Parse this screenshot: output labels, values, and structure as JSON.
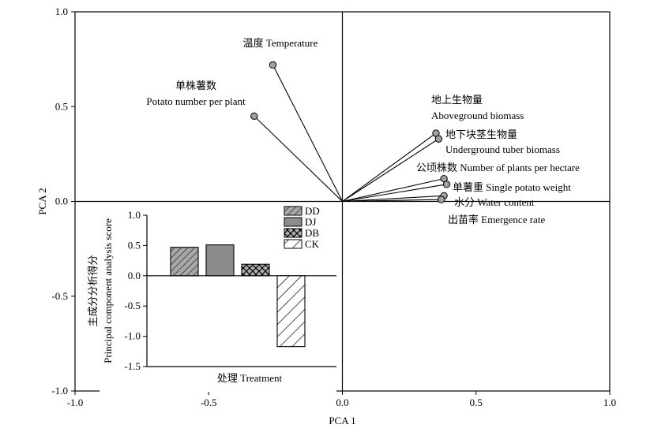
{
  "chart_data": [
    {
      "type": "scatter",
      "subtype": "pca-biplot",
      "xlabel": "PCA 1",
      "ylabel": "PCA 2",
      "xlim": [
        -1.0,
        1.0
      ],
      "ylim": [
        -1.0,
        1.0
      ],
      "x_ticks": [
        -1.0,
        -0.5,
        0.0,
        0.5,
        1.0
      ],
      "y_ticks": [
        -1.0,
        -0.5,
        0.0,
        0.5,
        1.0
      ],
      "x_tick_labels": [
        "-1.0",
        "-0.5",
        "0.0",
        "0.5",
        "1.0"
      ],
      "y_tick_labels": [
        "-1.0",
        "-0.5",
        "0.0",
        "0.5",
        "1.0"
      ],
      "grid": false,
      "reference_lines": [
        {
          "axis": "x",
          "value": 0
        },
        {
          "axis": "y",
          "value": 0
        }
      ],
      "loadings": [
        {
          "label_lines": [
            "温度 Temperature"
          ],
          "x": -0.26,
          "y": 0.72
        },
        {
          "label_lines": [
            "单株薯数",
            "Potato number per plant"
          ],
          "x": -0.33,
          "y": 0.45
        },
        {
          "label_lines": [
            "地上生物量",
            "Aboveground biomass"
          ],
          "x": 0.35,
          "y": 0.36
        },
        {
          "label_lines": [
            "地下块茎生物量",
            "Underground tuber biomass"
          ],
          "x": 0.36,
          "y": 0.33
        },
        {
          "label_lines": [
            "公顷株数 Number of plants per hectare"
          ],
          "x": 0.38,
          "y": 0.12
        },
        {
          "label_lines": [
            "单薯重 Single potato weight"
          ],
          "x": 0.39,
          "y": 0.09
        },
        {
          "label_lines": [
            "水分 Water content"
          ],
          "x": 0.38,
          "y": 0.03
        },
        {
          "label_lines": [
            "出苗率 Emergence rate"
          ],
          "x": 0.37,
          "y": 0.01
        }
      ]
    },
    {
      "type": "bar",
      "categories": [
        "DD",
        "DJ",
        "DB",
        "CK"
      ],
      "values": [
        0.47,
        0.51,
        0.19,
        -1.17
      ],
      "xlabel": "处理 Treatment",
      "ylabel_lines": [
        "主成分分析得分",
        "Principal component analysis score"
      ],
      "ylim": [
        -1.5,
        1.0
      ],
      "y_ticks": [
        -1.5,
        -1.0,
        -0.5,
        0.0,
        0.5,
        1.0
      ],
      "y_tick_labels": [
        "-1.5",
        "-1.0",
        "-0.5",
        "0.0",
        "0.5",
        "1.0"
      ],
      "legend": {
        "placement": "top-right",
        "entries": [
          {
            "label": "DD",
            "pattern": "diagonal",
            "color": "#8c8c8c"
          },
          {
            "label": "DJ",
            "pattern": "solid",
            "color": "#8c8c8c"
          },
          {
            "label": "DB",
            "pattern": "crosshatch",
            "color": "#8c8c8c"
          },
          {
            "label": "CK",
            "pattern": "wide-diagonal",
            "color": "#ffffff"
          }
        ]
      }
    }
  ]
}
